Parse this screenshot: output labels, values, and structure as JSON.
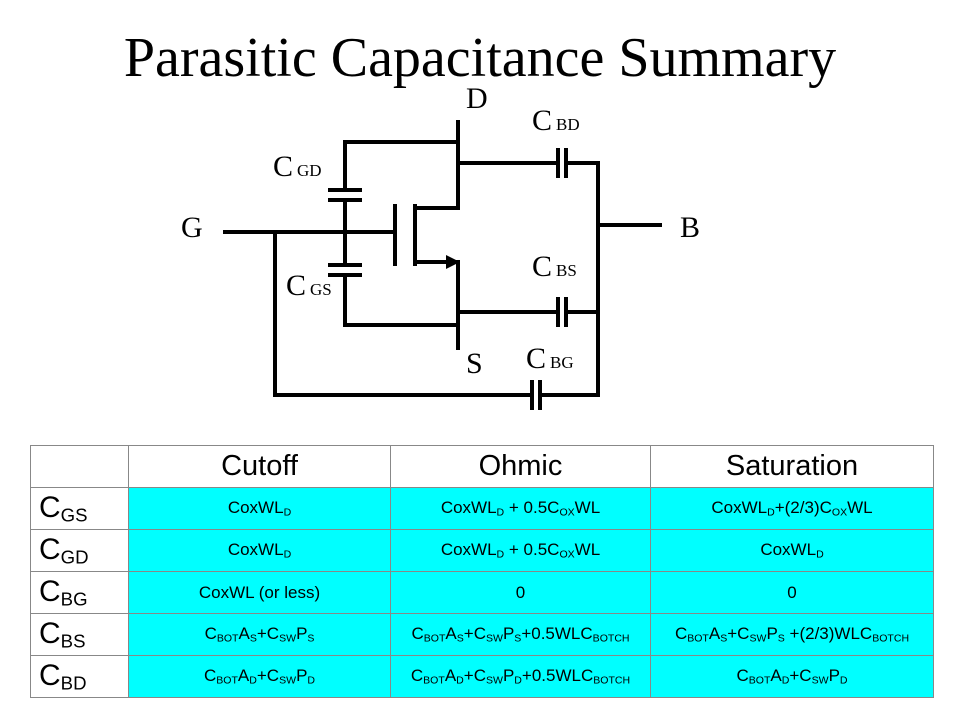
{
  "title": "Parasitic Capacitance Summary",
  "circuit": {
    "nodes": {
      "drain": "D",
      "gate": "G",
      "bulk": "B",
      "source": "S"
    },
    "caps": {
      "cgd": {
        "main": "C",
        "sub": "GD"
      },
      "cgs": {
        "main": "C",
        "sub": "GS"
      },
      "cbd": {
        "main": "C",
        "sub": "BD"
      },
      "cbs": {
        "main": "C",
        "sub": "BS"
      },
      "cbg": {
        "main": "C",
        "sub": "BG"
      }
    }
  },
  "table": {
    "headers": [
      "",
      "Cutoff",
      "Ohmic",
      "Saturation"
    ],
    "rows": [
      {
        "label": {
          "main": "C",
          "sub": "GS"
        },
        "cells": [
          [
            [
              "CoxWL",
              ""
            ],
            [
              "D",
              "sub"
            ]
          ],
          [
            [
              "CoxWL",
              ""
            ],
            [
              "D",
              "sub"
            ],
            [
              " + 0.5C",
              ""
            ],
            [
              "OX",
              "sub"
            ],
            [
              "WL",
              ""
            ]
          ],
          [
            [
              "CoxWL",
              ""
            ],
            [
              "D",
              "sub"
            ],
            [
              "+(2/3)C",
              ""
            ],
            [
              "OX",
              "sub"
            ],
            [
              "WL",
              ""
            ]
          ]
        ]
      },
      {
        "label": {
          "main": "C",
          "sub": "GD"
        },
        "cells": [
          [
            [
              "CoxWL",
              ""
            ],
            [
              "D",
              "sub"
            ]
          ],
          [
            [
              "CoxWL",
              ""
            ],
            [
              "D",
              "sub"
            ],
            [
              " + 0.5C",
              ""
            ],
            [
              "OX",
              "sub"
            ],
            [
              "WL",
              ""
            ]
          ],
          [
            [
              "CoxWL",
              ""
            ],
            [
              "D",
              "sub"
            ]
          ]
        ]
      },
      {
        "label": {
          "main": "C",
          "sub": "BG"
        },
        "cells": [
          [
            [
              "CoxWL (or less)",
              ""
            ]
          ],
          [
            [
              "0",
              ""
            ]
          ],
          [
            [
              "0",
              ""
            ]
          ]
        ]
      },
      {
        "label": {
          "main": "C",
          "sub": "BS"
        },
        "cells": [
          [
            [
              "C",
              ""
            ],
            [
              "BOT",
              "sub"
            ],
            [
              "A",
              ""
            ],
            [
              "S",
              "sub"
            ],
            [
              "+C",
              ""
            ],
            [
              "SW",
              "sub"
            ],
            [
              "P",
              ""
            ],
            [
              "S",
              "sub"
            ]
          ],
          [
            [
              "C",
              ""
            ],
            [
              "BOT",
              "sub"
            ],
            [
              "A",
              ""
            ],
            [
              "S",
              "sub"
            ],
            [
              "+C",
              ""
            ],
            [
              "SW",
              "sub"
            ],
            [
              "P",
              ""
            ],
            [
              "S",
              "sub"
            ],
            [
              "+0.5WLC",
              ""
            ],
            [
              "BOTCH",
              "sub"
            ]
          ],
          [
            [
              "C",
              ""
            ],
            [
              "BOT",
              "sub"
            ],
            [
              "A",
              ""
            ],
            [
              "S",
              "sub"
            ],
            [
              "+C",
              ""
            ],
            [
              "SW",
              "sub"
            ],
            [
              "P",
              ""
            ],
            [
              "S",
              "sub"
            ],
            [
              " +(2/3)WLC",
              ""
            ],
            [
              "BOTCH",
              "sub"
            ]
          ]
        ]
      },
      {
        "label": {
          "main": "C",
          "sub": "BD"
        },
        "cells": [
          [
            [
              "C",
              ""
            ],
            [
              "BOT",
              "sub"
            ],
            [
              "A",
              ""
            ],
            [
              "D",
              "sub"
            ],
            [
              "+C",
              ""
            ],
            [
              "SW",
              "sub"
            ],
            [
              "P",
              ""
            ],
            [
              "D",
              "sub"
            ]
          ],
          [
            [
              "C",
              ""
            ],
            [
              "BOT",
              "sub"
            ],
            [
              "A",
              ""
            ],
            [
              "D",
              "sub"
            ],
            [
              "+C",
              ""
            ],
            [
              "SW",
              "sub"
            ],
            [
              "P",
              ""
            ],
            [
              "D",
              "sub"
            ],
            [
              "+0.5WLC",
              ""
            ],
            [
              "BOTCH",
              "sub"
            ]
          ],
          [
            [
              "C",
              ""
            ],
            [
              "BOT",
              "sub"
            ],
            [
              "A",
              ""
            ],
            [
              "D",
              "sub"
            ],
            [
              "+C",
              ""
            ],
            [
              "SW",
              "sub"
            ],
            [
              "P",
              ""
            ],
            [
              "D",
              "sub"
            ]
          ]
        ]
      }
    ]
  }
}
